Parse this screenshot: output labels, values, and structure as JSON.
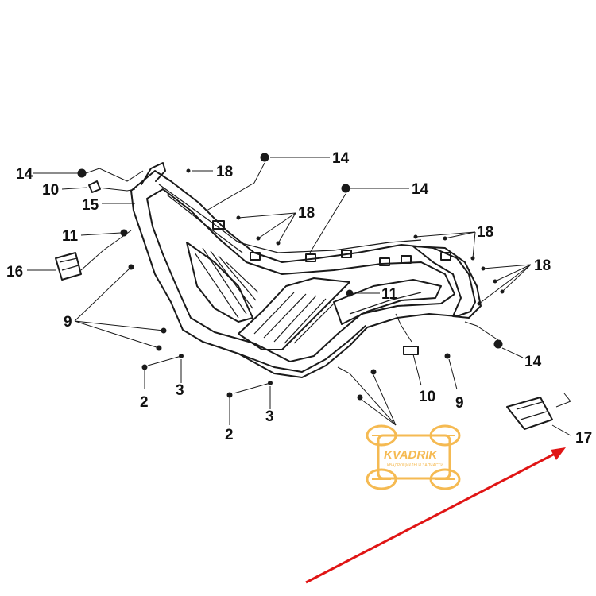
{
  "callouts": {
    "c14a": "14",
    "c10a": "10",
    "c15": "15",
    "c11a": "11",
    "c16": "16",
    "c9a": "9",
    "c2a": "2",
    "c3a": "3",
    "c2b": "2",
    "c3b": "3",
    "c14b": "14",
    "c18a": "18",
    "c14c": "14",
    "c18b": "18",
    "c18c": "18",
    "c18d": "18",
    "c11b": "11",
    "c14d": "14",
    "c10b": "10",
    "c9b": "9",
    "c17": "17"
  },
  "watermark": {
    "brand": "KVADRIK",
    "tagline": "КВАДРОЦИКЛЫ И ЗАПЧАСТИ",
    "color": "#f5b340"
  },
  "arrow": {
    "color": "#e01515",
    "points_to": "17"
  }
}
